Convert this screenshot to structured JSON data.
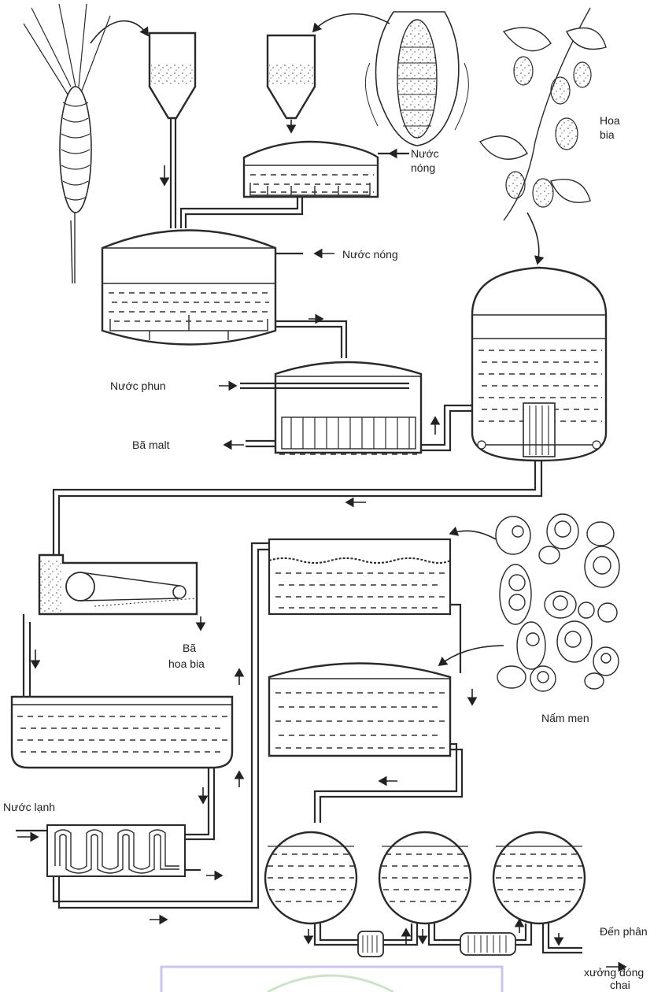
{
  "labels": {
    "hot_water_top": "Nước\nnóng",
    "hot_water_mash": "Nước nóng",
    "hops": "Hoa\nbia",
    "spray_water": "Nước phun",
    "spent_malt": "Bã malt",
    "spent_hops": "Bã\nhoa bia",
    "yeast": "Nấm men",
    "cold_water": "Nước lạnh",
    "to_bottling": "Đến phân\nxưởng đóng\nchai"
  },
  "colors": {
    "ink": "#2a2a2a",
    "frame": "#c9c4f2",
    "logo_green": "#c9e6c4"
  }
}
